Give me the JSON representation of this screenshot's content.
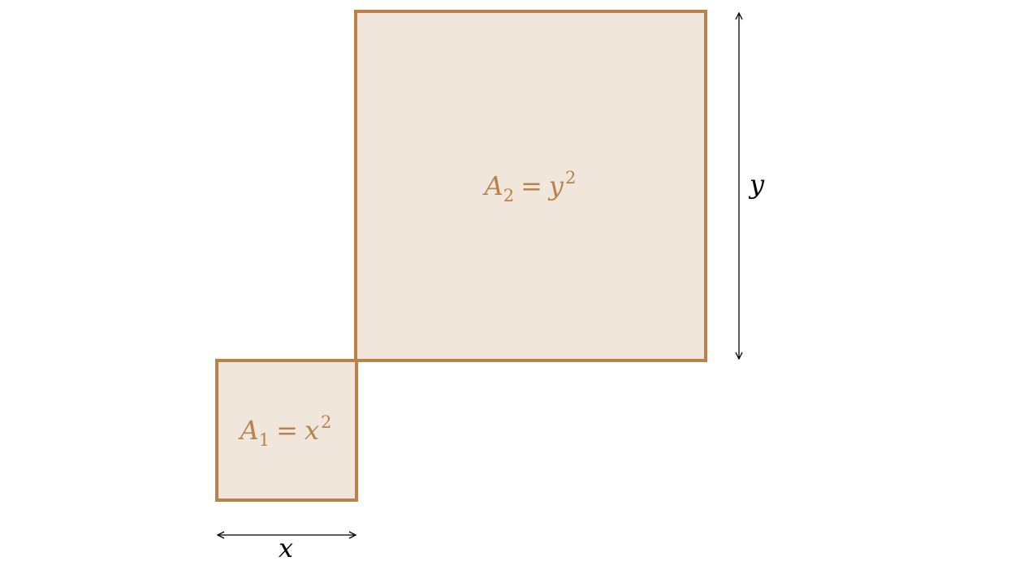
{
  "colors": {
    "square_fill": "#f0e6dc",
    "square_stroke": "#b8824a",
    "label": "#b8824a",
    "dimension": "#000000",
    "background": "#ffffff"
  },
  "small_square": {
    "label_var": "A",
    "label_sub": "1",
    "label_eq": "=",
    "label_base": "x",
    "label_sup": "2"
  },
  "large_square": {
    "label_var": "A",
    "label_sub": "2",
    "label_eq": "=",
    "label_base": "y",
    "label_sup": "2"
  },
  "dimensions": {
    "width_label": "x",
    "height_label": "y"
  }
}
